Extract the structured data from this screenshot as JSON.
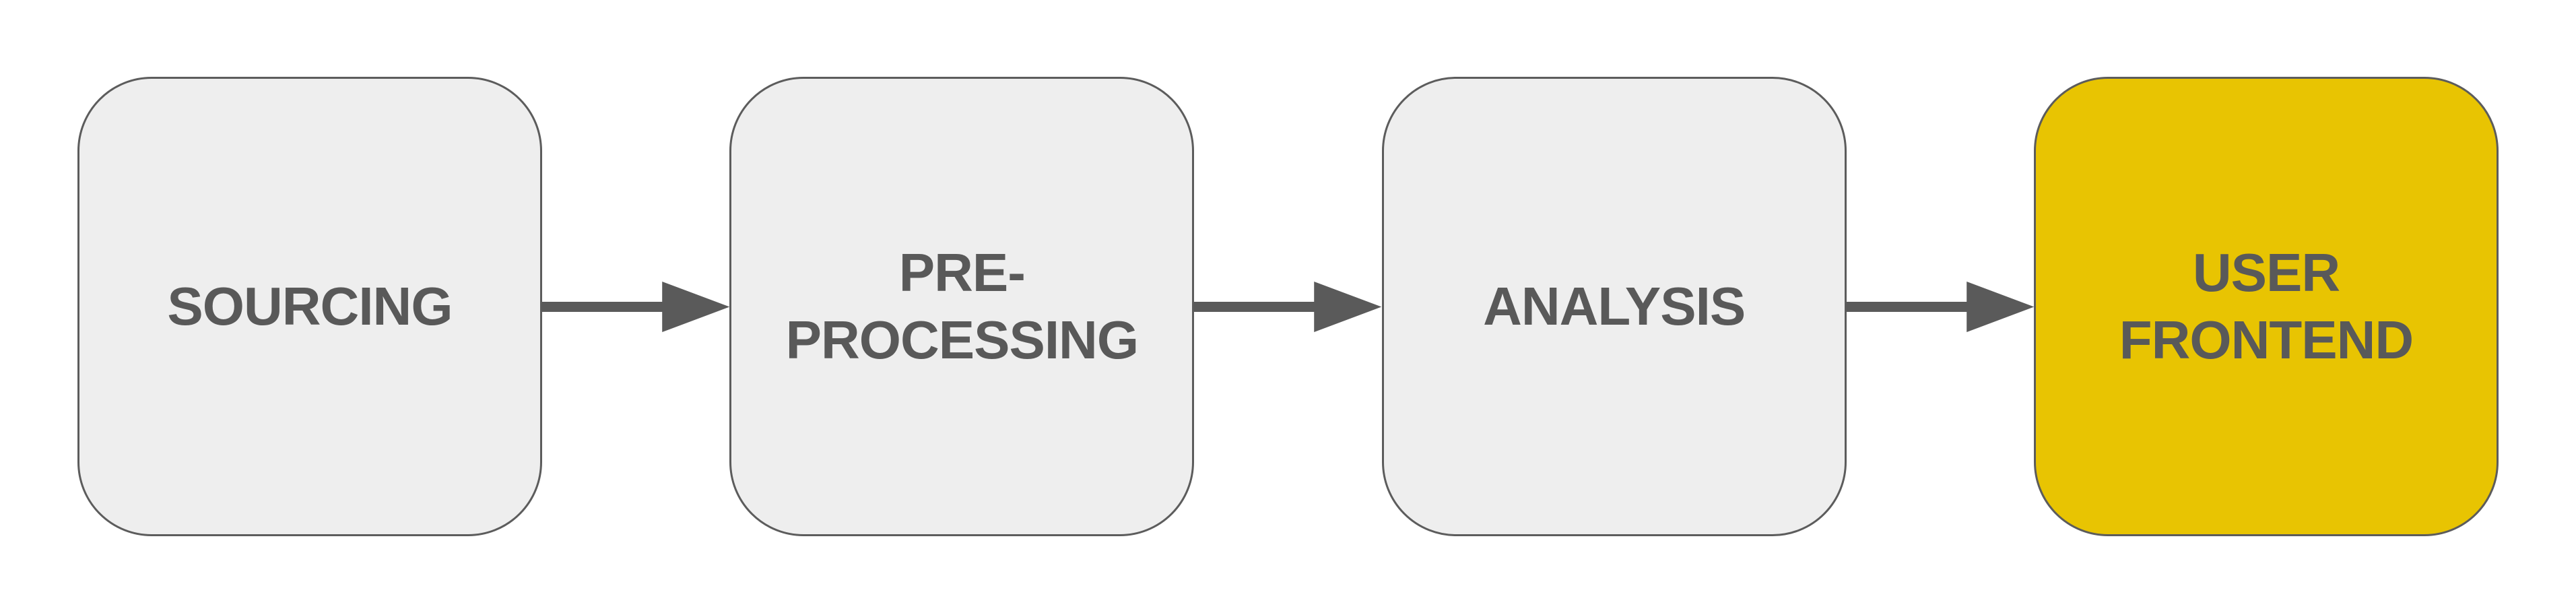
{
  "diagram": {
    "type": "flowchart",
    "direction": "left-to-right",
    "nodes": [
      {
        "id": "sourcing",
        "label": "SOURCING",
        "highlighted": false
      },
      {
        "id": "pre-processing",
        "label": "PRE-PROCESSING",
        "highlighted": false
      },
      {
        "id": "analysis",
        "label": "ANALYSIS",
        "highlighted": false
      },
      {
        "id": "user-frontend",
        "label": "USER FRONTEND",
        "highlighted": true
      }
    ],
    "connections": [
      {
        "from": "sourcing",
        "to": "pre-processing"
      },
      {
        "from": "pre-processing",
        "to": "analysis"
      },
      {
        "from": "analysis",
        "to": "user-frontend"
      }
    ],
    "colors": {
      "background": "#FFFFFF",
      "node_fill": "#EEEEEE",
      "node_border": "#5C5C5C",
      "highlight_fill": "#E8C402",
      "label_text": "#595959",
      "arrow": "#5A5A5A"
    }
  }
}
